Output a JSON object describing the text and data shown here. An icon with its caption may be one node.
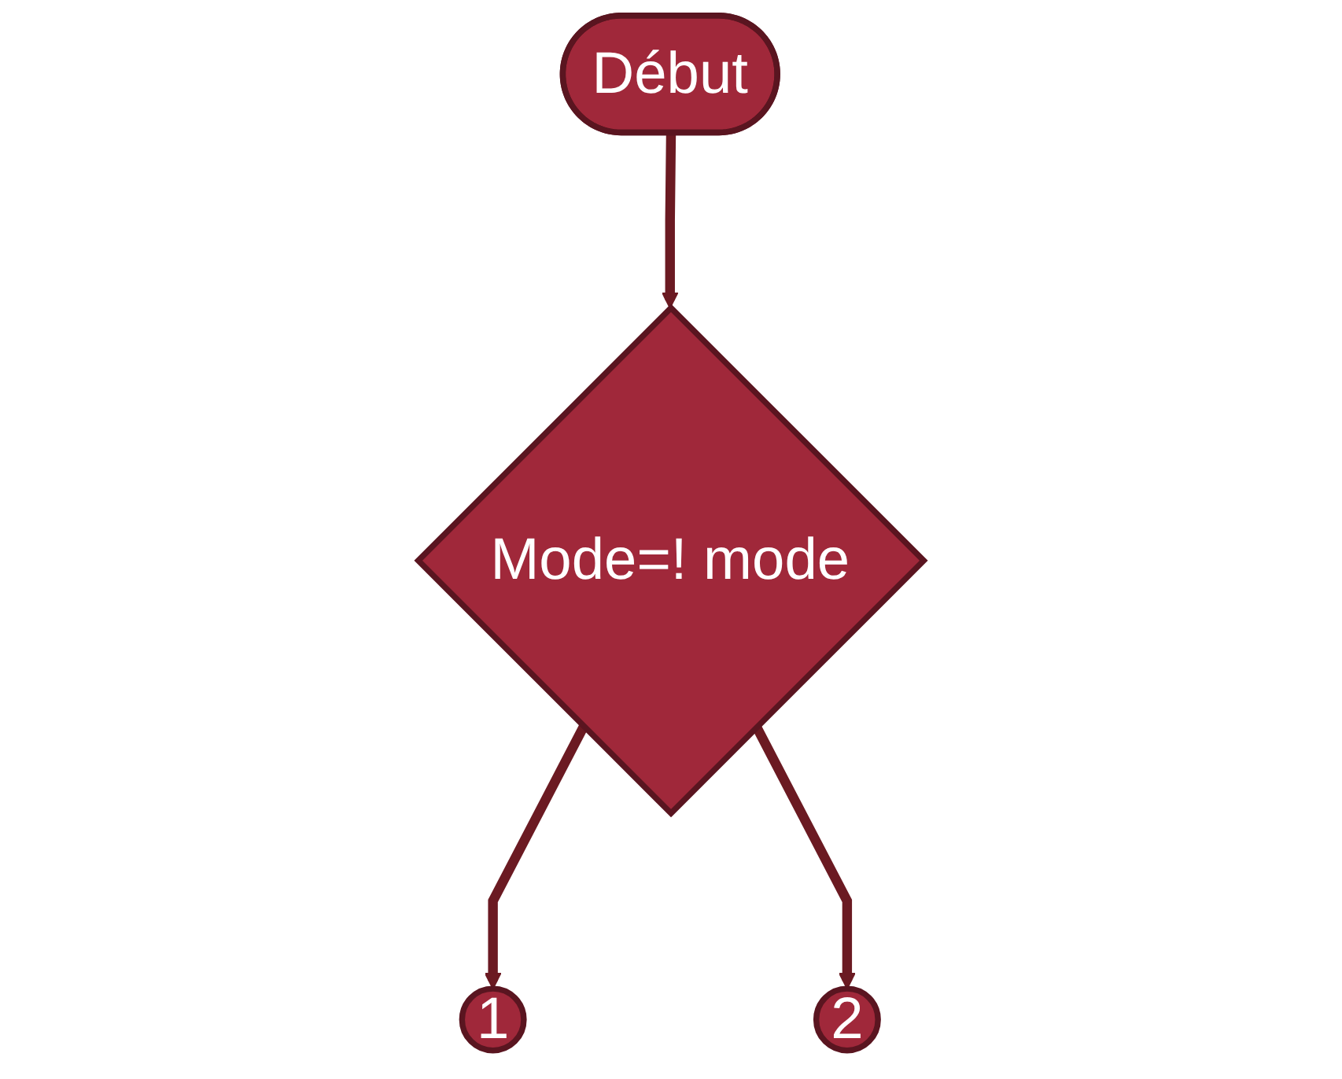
{
  "diagram": {
    "nodes": [
      {
        "text": [
          "Début"
        ]
      },
      {
        "text": [
          "Mode=! mode"
        ]
      },
      {
        "text": [
          "1"
        ]
      },
      {
        "text": [
          "2"
        ]
      }
    ],
    "edges": [
      {
        "from": 0,
        "to": 1,
        "arrow": "to"
      },
      {
        "from": 1,
        "to": 2,
        "arrow": "to"
      },
      {
        "from": 1,
        "to": 3,
        "arrow": "to"
      }
    ]
  }
}
